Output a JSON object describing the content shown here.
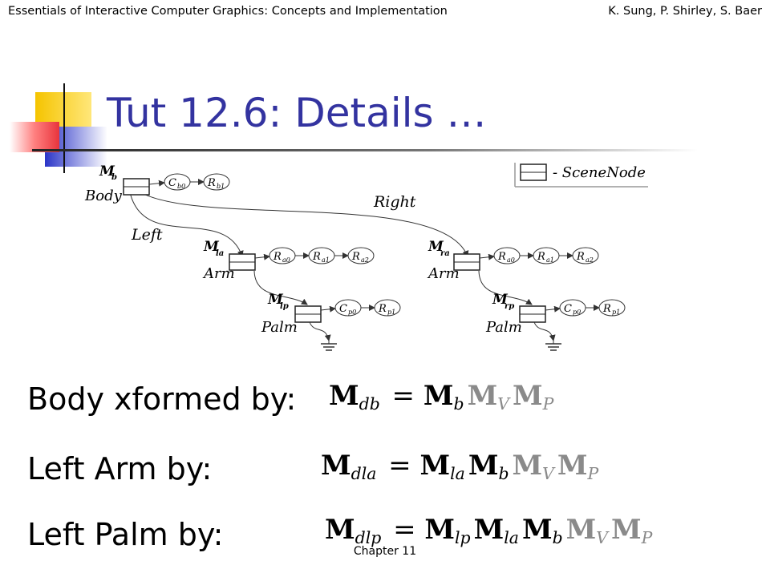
{
  "header": {
    "left": "Essentials of Interactive Computer Graphics: Concepts and Implementation",
    "right": "K. Sung, P. Shirley, S. Baer"
  },
  "title": "Tut 12.6: Details …",
  "diagram": {
    "legend": "- SceneNode",
    "body": {
      "matrix": "M",
      "sub": "b",
      "label": "Body",
      "nodes": [
        {
          "l": "C",
          "s": "b0"
        },
        {
          "l": "R",
          "s": "b1"
        }
      ]
    },
    "edges": {
      "left": "Left",
      "right": "Right"
    },
    "left_arm": {
      "matrix": "M",
      "sub": "la",
      "label": "Arm",
      "nodes": [
        {
          "l": "R",
          "s": "a0"
        },
        {
          "l": "R",
          "s": "a1"
        },
        {
          "l": "R",
          "s": "a2"
        }
      ]
    },
    "right_arm": {
      "matrix": "M",
      "sub": "ra",
      "label": "Arm",
      "nodes": [
        {
          "l": "R",
          "s": "a0"
        },
        {
          "l": "R",
          "s": "a1"
        },
        {
          "l": "R",
          "s": "a2"
        }
      ]
    },
    "left_palm": {
      "matrix": "M",
      "sub": "lp",
      "label": "Palm",
      "nodes": [
        {
          "l": "C",
          "s": "p0"
        },
        {
          "l": "R",
          "s": "p1"
        }
      ]
    },
    "right_palm": {
      "matrix": "M",
      "sub": "rp",
      "label": "Palm",
      "nodes": [
        {
          "l": "C",
          "s": "p0"
        },
        {
          "l": "R",
          "s": "p1"
        }
      ]
    }
  },
  "labels": {
    "body": "Body xformed by:",
    "left_arm": "Left Arm by:",
    "left_palm": "Left Palm by:"
  },
  "equations": {
    "body": {
      "lhs": "db",
      "terms": [
        {
          "s": "b",
          "gray": false
        },
        {
          "s": "V",
          "gray": true
        },
        {
          "s": "P",
          "gray": true
        }
      ]
    },
    "arm": {
      "lhs": "dla",
      "terms": [
        {
          "s": "la",
          "gray": false
        },
        {
          "s": "b",
          "gray": false
        },
        {
          "s": "V",
          "gray": true
        },
        {
          "s": "P",
          "gray": true
        }
      ]
    },
    "palm": {
      "lhs": "dlp",
      "terms": [
        {
          "s": "lp",
          "gray": false
        },
        {
          "s": "la",
          "gray": false
        },
        {
          "s": "b",
          "gray": false
        },
        {
          "s": "V",
          "gray": true
        },
        {
          "s": "P",
          "gray": true
        }
      ]
    }
  },
  "footer": "Chapter 11",
  "colors": {
    "title": "#3333a0",
    "gray_term": "#8a8a8a",
    "logo_yellow": "#f5c400",
    "logo_blue": "#2b35c8",
    "logo_red": "#e8343c"
  }
}
